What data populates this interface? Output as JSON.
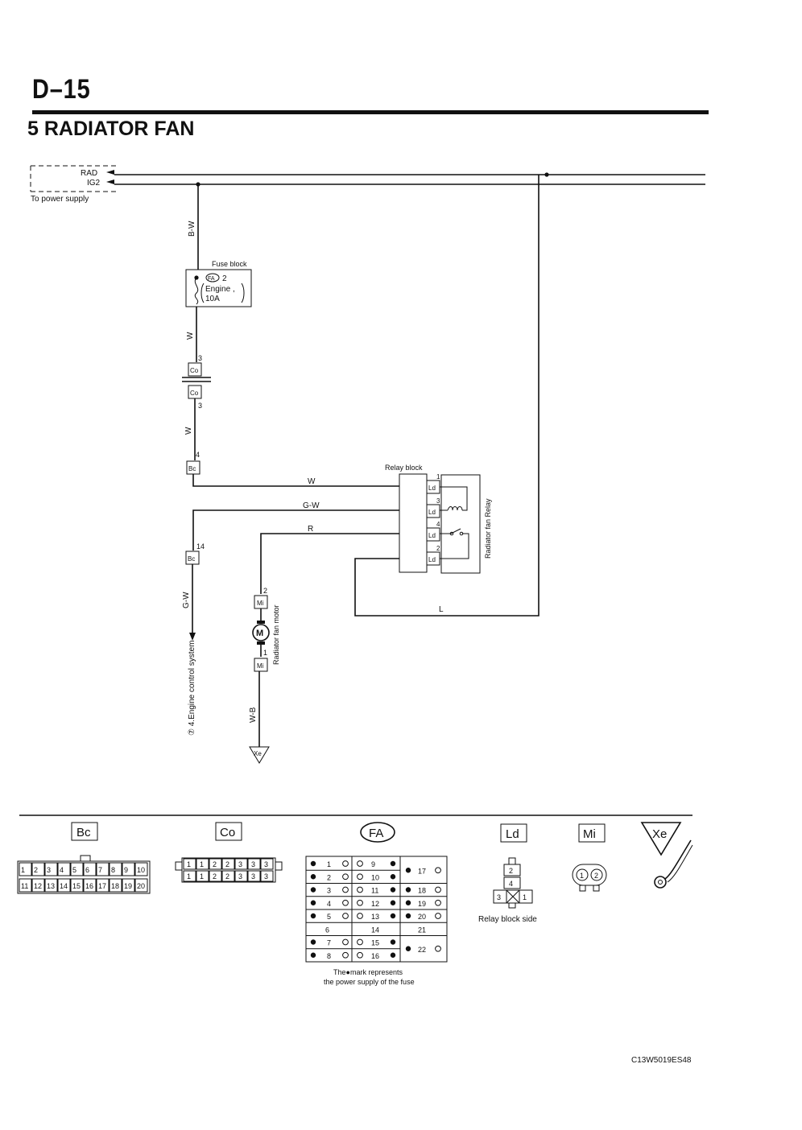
{
  "page": {
    "code": "D–15",
    "title": "5 RADIATOR FAN",
    "footer_code": "C13W5019ES48"
  },
  "power_supply": {
    "label": "To power supply",
    "line_rad": "RAD",
    "line_ig2": "IG2"
  },
  "fuse_block": {
    "label": "Fuse block",
    "connector": "FA",
    "terminal": "2",
    "name": "Engine",
    "rating": "10A"
  },
  "wires": {
    "bw": "B-W",
    "w1": "W",
    "w2": "W",
    "w_relay": "W",
    "gw_relay": "G-W",
    "r_relay": "R",
    "gw_down": "G-W",
    "wb": "W-B",
    "l": "L"
  },
  "connectors": {
    "co_top": "Co",
    "co_top_pin": "3",
    "co_bottom": "Co",
    "co_bottom_pin": "3",
    "bc_upper": "Bc",
    "bc_upper_pin": "4",
    "bc_lower": "Bc",
    "bc_lower_pin": "14",
    "mi_top": "Mi",
    "mi_top_pin": "2",
    "mi_bottom": "Mi",
    "mi_bottom_pin": "1",
    "ground": "Xe",
    "ld": "Ld",
    "ld_pins": [
      "1",
      "3",
      "4",
      "2"
    ]
  },
  "relay": {
    "block_label": "Relay block",
    "name": "Radiator fan Relay"
  },
  "motor": {
    "symbol": "M",
    "label": "Radiator fan motor"
  },
  "reference": {
    "symbol": "⑦",
    "text": "4.Engine control system"
  },
  "legend": {
    "bc": {
      "title": "Bc",
      "row1": [
        "1",
        "2",
        "3",
        "4",
        "5",
        "6",
        "7",
        "8",
        "9",
        "10"
      ],
      "row2": [
        "11",
        "12",
        "13",
        "14",
        "15",
        "16",
        "17",
        "18",
        "19",
        "20"
      ]
    },
    "co": {
      "title": "Co",
      "row1": [
        "1",
        "1",
        "2",
        "2",
        "3",
        "3",
        "3"
      ],
      "row2": [
        "1",
        "1",
        "2",
        "2",
        "3",
        "3",
        "3"
      ]
    },
    "fa": {
      "title": "FA",
      "left": [
        "1",
        "2",
        "3",
        "4",
        "5",
        "6",
        "7",
        "8"
      ],
      "mid": [
        "9",
        "10",
        "11",
        "12",
        "13",
        "14",
        "15",
        "16"
      ],
      "right": [
        "17",
        "18",
        "19",
        "20",
        "21",
        "22"
      ],
      "note1": "The●mark represents",
      "note2": "the power supply of the fuse"
    },
    "ld": {
      "title": "Ld",
      "pins": [
        "2",
        "4",
        "3",
        "1"
      ],
      "caption": "Relay block side"
    },
    "mi": {
      "title": "Mi",
      "pins": [
        "1",
        "2"
      ]
    },
    "xe": {
      "title": "Xe"
    }
  }
}
